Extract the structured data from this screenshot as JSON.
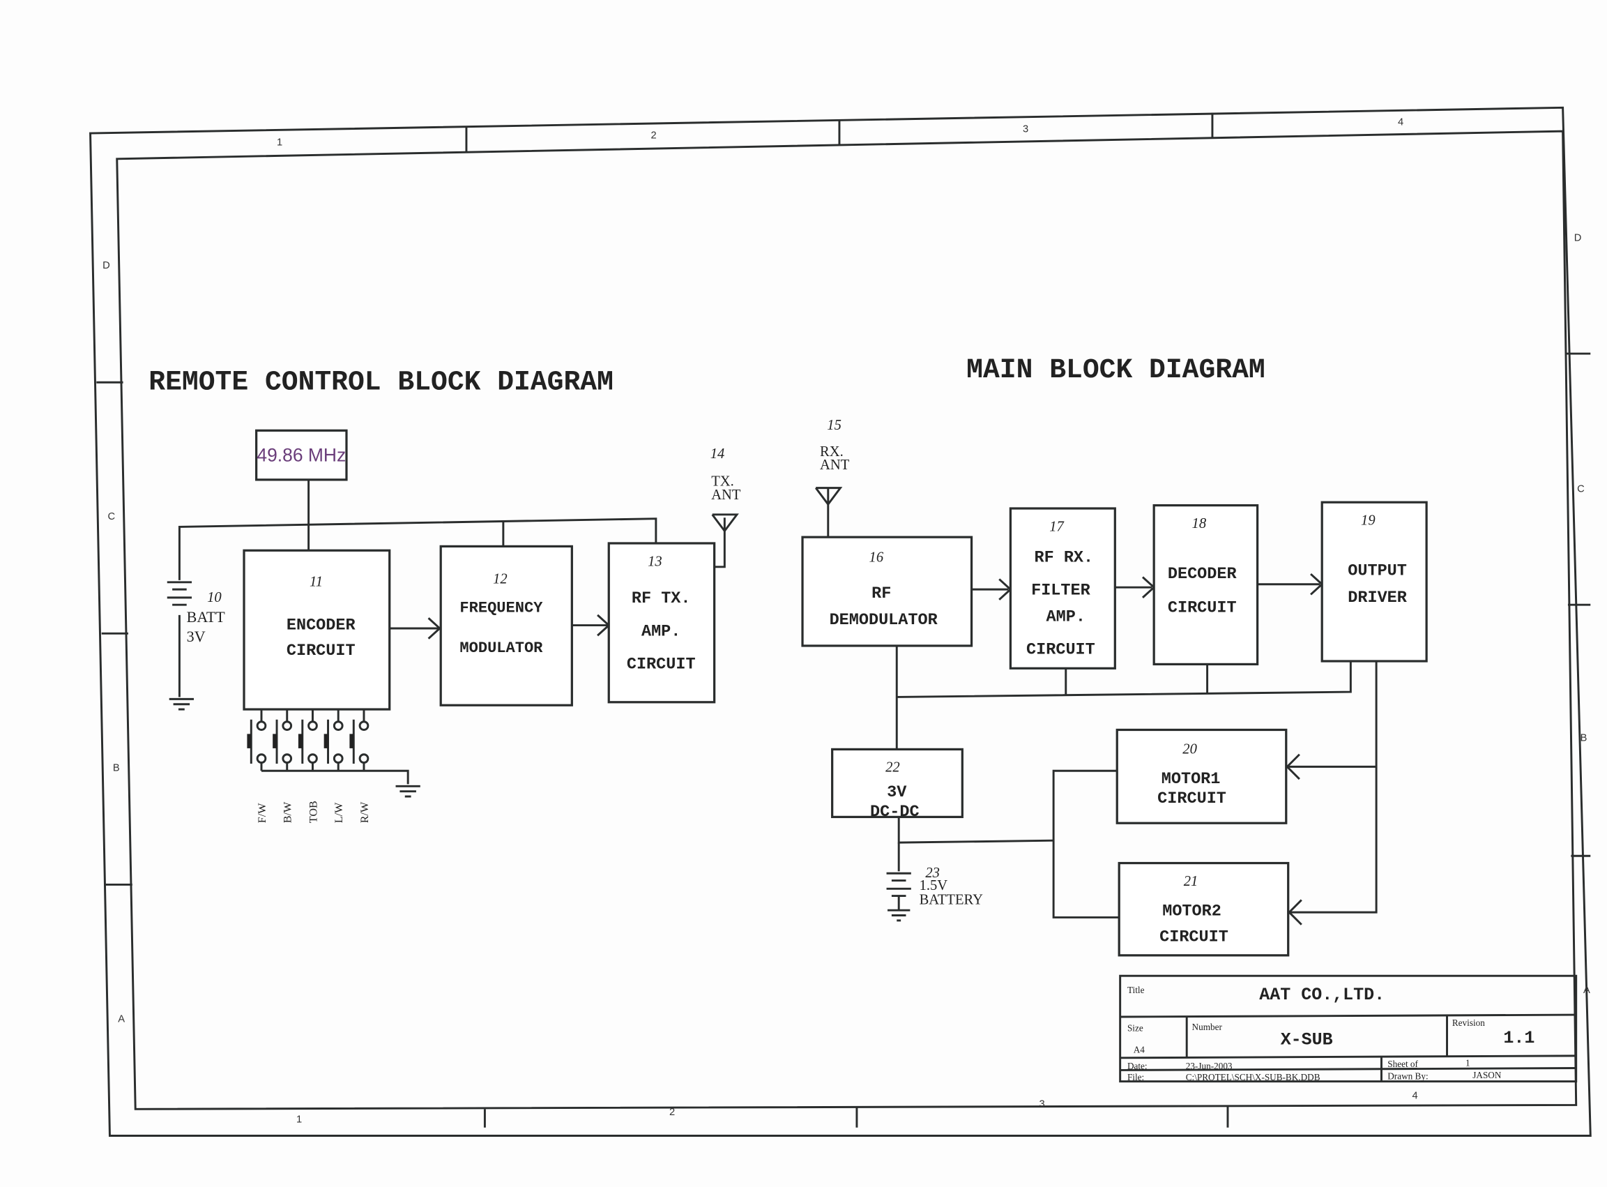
{
  "zones": {
    "columns": [
      "1",
      "2",
      "3",
      "4"
    ],
    "rows": [
      "D",
      "C",
      "B",
      "A"
    ]
  },
  "remote": {
    "title": "REMOTE CONTROL BLOCK DIAGRAM",
    "crystal": "49.86 MHz",
    "battery": {
      "num": "10",
      "label1": "BATT",
      "label2": "3V"
    },
    "encoder": {
      "num": "11",
      "l1": "ENCODER",
      "l2": "CIRCUIT"
    },
    "modulator": {
      "num": "12",
      "l1": "FREQUENCY",
      "l2": "MODULATOR"
    },
    "rftx": {
      "num": "13",
      "l1": "RF TX.",
      "l2": "AMP.",
      "l3": "CIRCUIT"
    },
    "antenna": {
      "num": "14",
      "l1": "TX.",
      "l2": "ANT"
    },
    "switches": [
      "F/W",
      "B/W",
      "TOB",
      "L/W",
      "R/W"
    ]
  },
  "main": {
    "title": "MAIN BLOCK DIAGRAM",
    "antenna": {
      "num": "15",
      "l1": "RX.",
      "l2": "ANT"
    },
    "demod": {
      "num": "16",
      "l1": "RF",
      "l2": "DEMODULATOR"
    },
    "rfrx": {
      "num": "17",
      "l1": "RF RX.",
      "l2": "FILTER",
      "l3": "AMP.",
      "l4": "CIRCUIT"
    },
    "decoder": {
      "num": "18",
      "l1": "DECODER",
      "l2": "CIRCUIT"
    },
    "output": {
      "num": "19",
      "l1": "OUTPUT",
      "l2": "DRIVER"
    },
    "motor1": {
      "num": "20",
      "l1": "MOTOR1",
      "l2": "CIRCUIT"
    },
    "motor2": {
      "num": "21",
      "l1": "MOTOR2",
      "l2": "CIRCUIT"
    },
    "dcdc": {
      "num": "22",
      "l1": "3V",
      "l2": "DC-DC"
    },
    "battery": {
      "num": "23",
      "l1": "1.5V",
      "l2": "BATTERY"
    }
  },
  "titleblock": {
    "title_label": "Title",
    "title": "AAT CO.,LTD.",
    "size_label": "Size",
    "size": "A4",
    "number_label": "Number",
    "number": "X-SUB",
    "revision_label": "Revision",
    "revision": "1.1",
    "date_label": "Date:",
    "date": "23-Jun-2003",
    "file_label": "File:",
    "file": "C:\\PROTEL\\SCH\\X-SUB-BK.DDB",
    "sheet_label": "Sheet  of",
    "sheet": "1",
    "drawn_label": "Drawn By:",
    "drawn": "JASON"
  }
}
